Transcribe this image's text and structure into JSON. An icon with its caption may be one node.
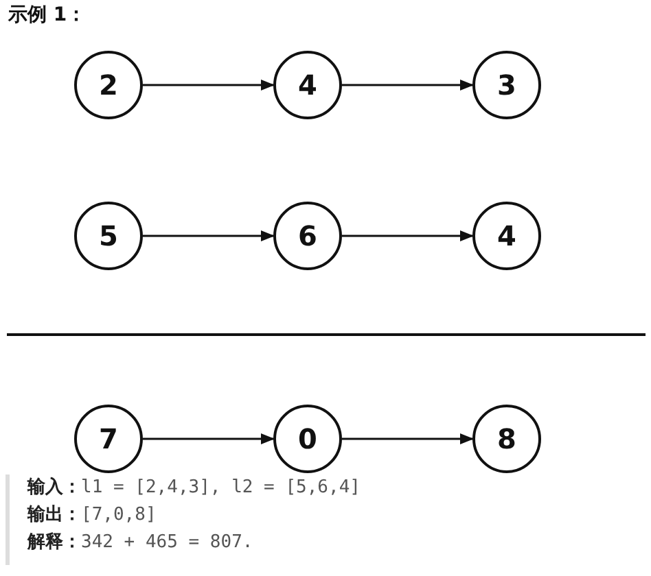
{
  "diagram": {
    "title": "示例 1：",
    "nodes": [
      {
        "text": [
          "2"
        ]
      },
      {
        "text": [
          "4"
        ]
      },
      {
        "text": [
          "3"
        ]
      },
      {
        "text": [
          "5"
        ]
      },
      {
        "text": [
          "6"
        ]
      },
      {
        "text": [
          "4"
        ]
      },
      {
        "text": [
          "7"
        ]
      },
      {
        "text": [
          "0"
        ]
      },
      {
        "text": [
          "8"
        ]
      }
    ],
    "edges": [
      {
        "from": 0,
        "to": 1,
        "arrow": "to"
      },
      {
        "from": 1,
        "to": 2,
        "arrow": "to"
      },
      {
        "from": 3,
        "to": 4,
        "arrow": "to"
      },
      {
        "from": 4,
        "to": 5,
        "arrow": "to"
      },
      {
        "from": 6,
        "to": 7,
        "arrow": "to"
      },
      {
        "from": 7,
        "to": 8,
        "arrow": "to"
      }
    ],
    "labels": [
      "**输入：**l1 = [2,4,3], l2 = [5,6,4]",
      "**输出：**[7,0,8]",
      "**解释：**342 + 465 = 807."
    ]
  }
}
